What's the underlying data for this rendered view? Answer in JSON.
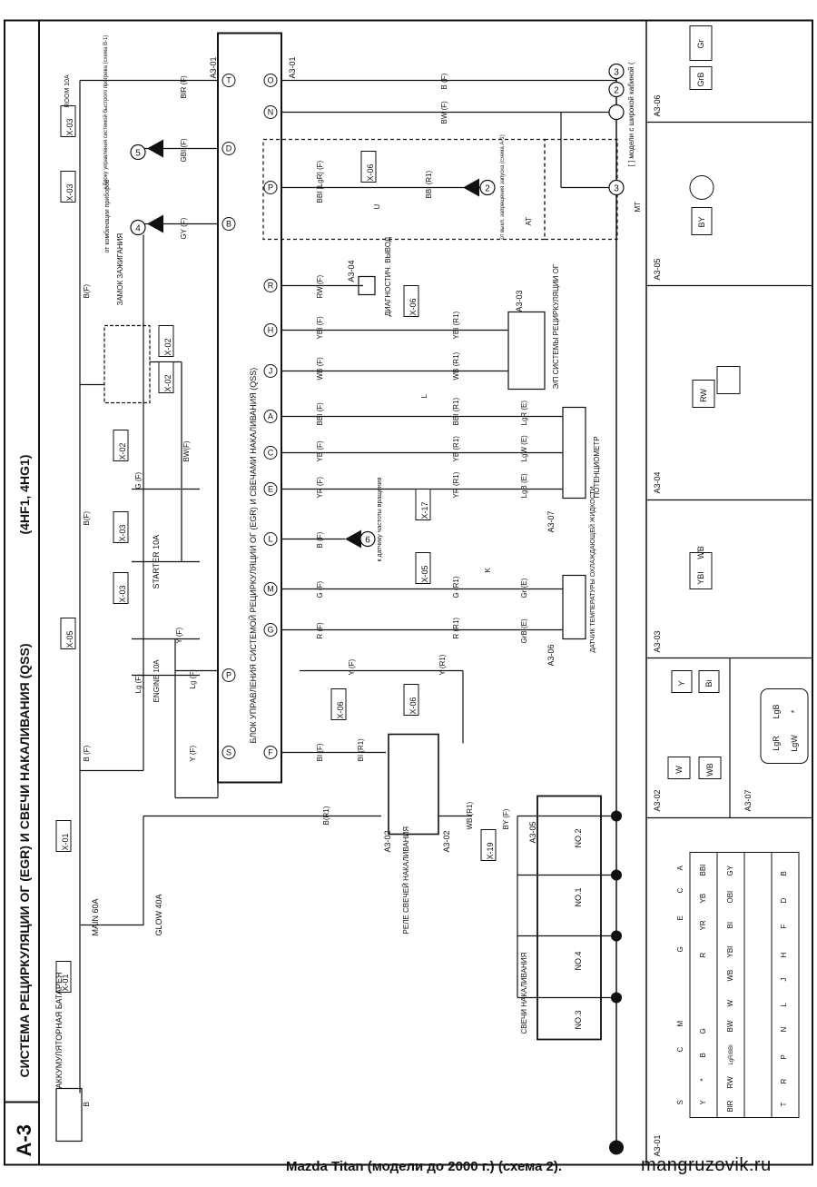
{
  "header": {
    "section": "A-3",
    "title": "СИСТЕМА РЕЦИРКУЛЯЦИИ ОГ (EGR) И СВЕЧИ НАКАЛИВАНИЯ (QSS)",
    "engines": "(4HF1, 4HG1)",
    "note": "[ ] модели с широкой кабиной ("
  },
  "components": {
    "battery": "АККУМУЛЯТОРНАЯ БАТАРЕЯ",
    "fuse_main": "MAIN 60A",
    "fuse_glow": "GLOW 40A",
    "fuse_starter": "STARTER 10A",
    "fuse_engine": "ENGINE 10A",
    "fuse_room": "ROOM 10A",
    "ignition_switch": "ЗАМОК ЗАЖИГАНИЯ",
    "ecu": "БЛОК УПРАВЛЕНИЯ СИСТЕМОЙ РЕЦИРКУЛЯЦИИ ОГ (EGR) И СВЕЧАМИ НАКАЛИВАНИЯ (QSS)",
    "glow_relay": "РЕЛЕ СВЕЧЕЙ НАКАЛИВАНИЯ",
    "glow_plugs": "СВЕЧИ НАКАЛИВАНИЯ",
    "diag": "ДИАГНОСТИЧ. ВЫВОД",
    "egr_valve": "Э/П СИСТЕМЫ РЕЦИРКУЛЯЦИИ ОГ",
    "pot": "ПОТЕНЦИОМЕТР",
    "coolant": "ДАТЧИК ТЕМПЕРАТУРЫ ОХЛАЖДАЮЩЕЙ ЖИДКОСТИ",
    "to_speed": "к датчику частоты вращения",
    "to_combo": "от комбинации приборов",
    "to_preheat": "к блоку управления системой быстрого прогрева (схема B-1)",
    "from_start": "от выкл. запрещения запуска (схема A-1)"
  },
  "plugs": [
    "NO.3",
    "NO.4",
    "NO.1",
    "NO.2"
  ],
  "connectors": {
    "x01a": "X-01",
    "x01b": "X-01",
    "x02a": "X-02",
    "x02b": "X-02",
    "x02c": "X-02",
    "x03a": "X-03",
    "x03b": "X-03",
    "x03c": "X-03",
    "x03d": "X-03",
    "x05a": "X-05",
    "x05b": "X-05",
    "x06a": "X-06",
    "x06b": "X-06",
    "x06c": "X-06",
    "x06d": "X-06",
    "x17": "X-17",
    "x19": "X-19"
  },
  "refs": {
    "a301t": "A3-01",
    "a301tr": "A3-01",
    "a302a": "A3-02",
    "a302b": "A3-02",
    "a303": "A3-03",
    "a304": "A3-04",
    "a305": "A3-05",
    "a306": "A3-06",
    "a307": "A3-07"
  },
  "ecu_pins": [
    "S",
    "P",
    "B",
    "D",
    "T",
    "F",
    "G",
    "M",
    "L",
    "E",
    "C",
    "A",
    "J",
    "H",
    "R",
    "P",
    "N",
    "O"
  ],
  "circled": [
    "4",
    "5",
    "6",
    "2",
    "3",
    "2",
    "3"
  ],
  "wires": {
    "w_b1": "B",
    "w_b_r1": "B(R1)",
    "w_bf1": "B (F)",
    "w_bf2": "B(F)",
    "w_bf3": "B(F)",
    "w_lg": "Lg (F)",
    "w_y": "Y (F)",
    "w_g": "G (F)",
    "w_bw": "BW(F)",
    "w_blr": "BlR (F)",
    "w_gbi": "GBI (F)",
    "w_gy": "GY (F)",
    "w_b_out": "B (F)",
    "w_bw_out": "BW (F)",
    "w_lg2": "Lg (F)",
    "w_y2": "Y (F)",
    "w_bi": "BI (F)",
    "w_bi2": "BI (R1)",
    "w_r": "R (F)",
    "w_r2": "R (R1)",
    "w_grb": "GrB (E)",
    "w_gf": "G (F)",
    "w_g2": "G (R1)",
    "w_gr": "Gr (E)",
    "w_lb": "B (F)",
    "w_yr": "YR (F)",
    "w_yr2": "YR (R1)",
    "w_lgb": "LgB (E)",
    "w_yb": "YB (F)",
    "w_yb2": "YB (R1)",
    "w_lgw": "LgW (E)",
    "w_bbi": "BBI (F)",
    "w_bbi2": "BBI (R1)",
    "w_lgr": "LgR (E)",
    "w_wb": "WB (F)",
    "w_wb2": "WB (R1)",
    "w_ybi": "YBI (F)",
    "w_ybi2": "YBI (R1)",
    "w_rw": "RW (F)",
    "w_bbil": "BBI [LgR] (F)",
    "w_bbi3": "BBI (R1)",
    "w_wb3": "WB (R1)",
    "w_by": "BY (F)",
    "w_u": "U",
    "w_k": "K",
    "w_l": "L",
    "w_at": "AT",
    "w_mt": "MT",
    "w_y3": "Y (F)",
    "w_y4": "Y (R1)"
  },
  "pinout": {
    "row1": [
      "S",
      "C",
      "M",
      "G",
      "E",
      "C",
      "A"
    ],
    "row2": [
      "Y",
      "*",
      "B",
      "G",
      "",
      "R",
      "YR",
      "YB",
      "BBI"
    ],
    "row3": [
      "BlR",
      "RW",
      "LgR/BBI",
      "BW",
      "W",
      "WB",
      "YBI",
      "BI",
      "OBI",
      "GY"
    ],
    "row4": [
      "T",
      "R",
      "P",
      "N",
      "L",
      "J",
      "H",
      "F",
      "D",
      "B"
    ]
  },
  "legend": {
    "a302_w": "W",
    "a302_wb": "WB",
    "a303_y": "Y",
    "a303_bi": "Bi",
    "a303b_ybi": "YBI",
    "a303b_wb": "WB",
    "a304_rw": "RW",
    "a305_by": "BY",
    "a306_gr": "Gr",
    "a306_grb": "GrB",
    "a307_lgr": "LgR",
    "a307_lgb": "LgB",
    "a307_lgw": "LgW",
    "a307_star": "*"
  },
  "footer": {
    "caption": "Mazda Titan (модели до 2000 г.) (схема 2).",
    "site": "mangruzovik.ru"
  }
}
